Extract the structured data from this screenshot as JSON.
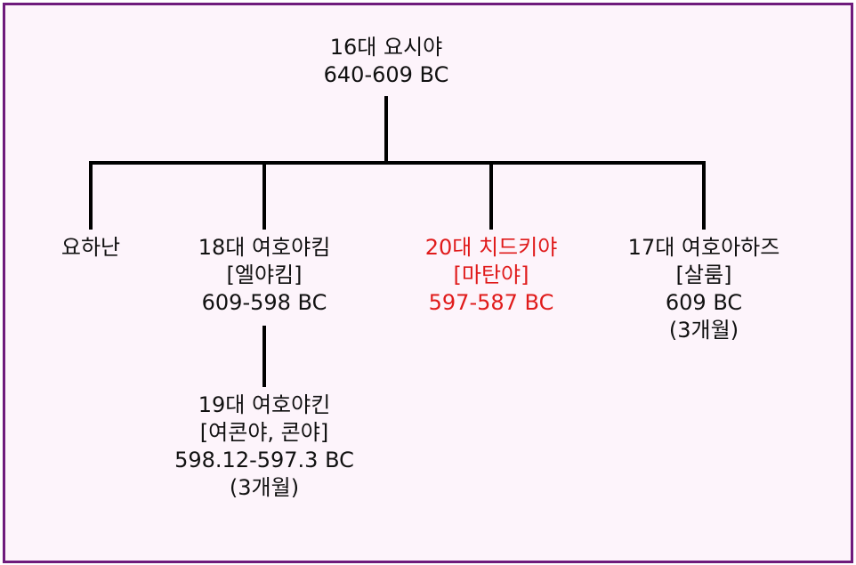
{
  "colors": {
    "frame_border": "#6f1b7c",
    "background": "#fdf4fb",
    "line": "#000000",
    "text": "#111111",
    "highlight": "#e01b1b"
  },
  "root": {
    "name": "16대 요시야",
    "years": "640-609 BC"
  },
  "children": [
    {
      "name": "요하난"
    },
    {
      "name": "18대 여호야킴",
      "alias": "[엘야킴]",
      "years": "609-598 BC"
    },
    {
      "name": "20대 치드키야",
      "alias": "[마탄야]",
      "years": "597-587 BC",
      "highlight": true
    },
    {
      "name": "17대 여호아하즈",
      "alias": "[살룸]",
      "years": "609 BC",
      "note": "(3개월)"
    }
  ],
  "grandchild": {
    "name": "19대 여호야킨",
    "alias": "[여콘야, 콘야]",
    "years": "598.12-597.3 BC",
    "note": "(3개월)"
  }
}
